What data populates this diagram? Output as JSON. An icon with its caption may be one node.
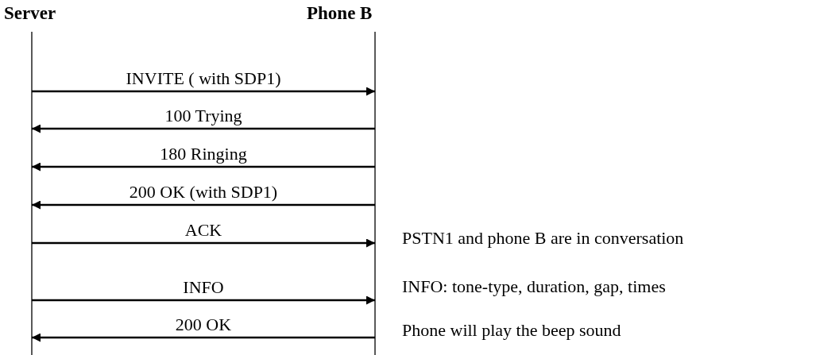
{
  "diagram": {
    "nodes": [
      {
        "text": [
          "Server"
        ]
      },
      {
        "text": [
          "Phone B"
        ]
      }
    ],
    "edges": [
      {
        "from": 0,
        "to": 1,
        "arrow": "to",
        "label": "INVITE ( with SDP1)"
      },
      {
        "from": 1,
        "to": 0,
        "arrow": "to",
        "label": "100 Trying"
      },
      {
        "from": 1,
        "to": 0,
        "arrow": "to",
        "label": "180 Ringing"
      },
      {
        "from": 1,
        "to": 0,
        "arrow": "to",
        "label": "200 OK (with SDP1)"
      },
      {
        "from": 0,
        "to": 1,
        "arrow": "to",
        "label": "ACK"
      },
      {
        "from": 0,
        "to": 1,
        "arrow": "to",
        "label": "INFO"
      },
      {
        "from": 1,
        "to": 0,
        "arrow": "to",
        "label": "200 OK"
      }
    ],
    "labels": [
      "PSTN1 and phone B are in conversation",
      "INFO: tone-type, duration, gap, times",
      "Phone will play the beep sound"
    ]
  }
}
